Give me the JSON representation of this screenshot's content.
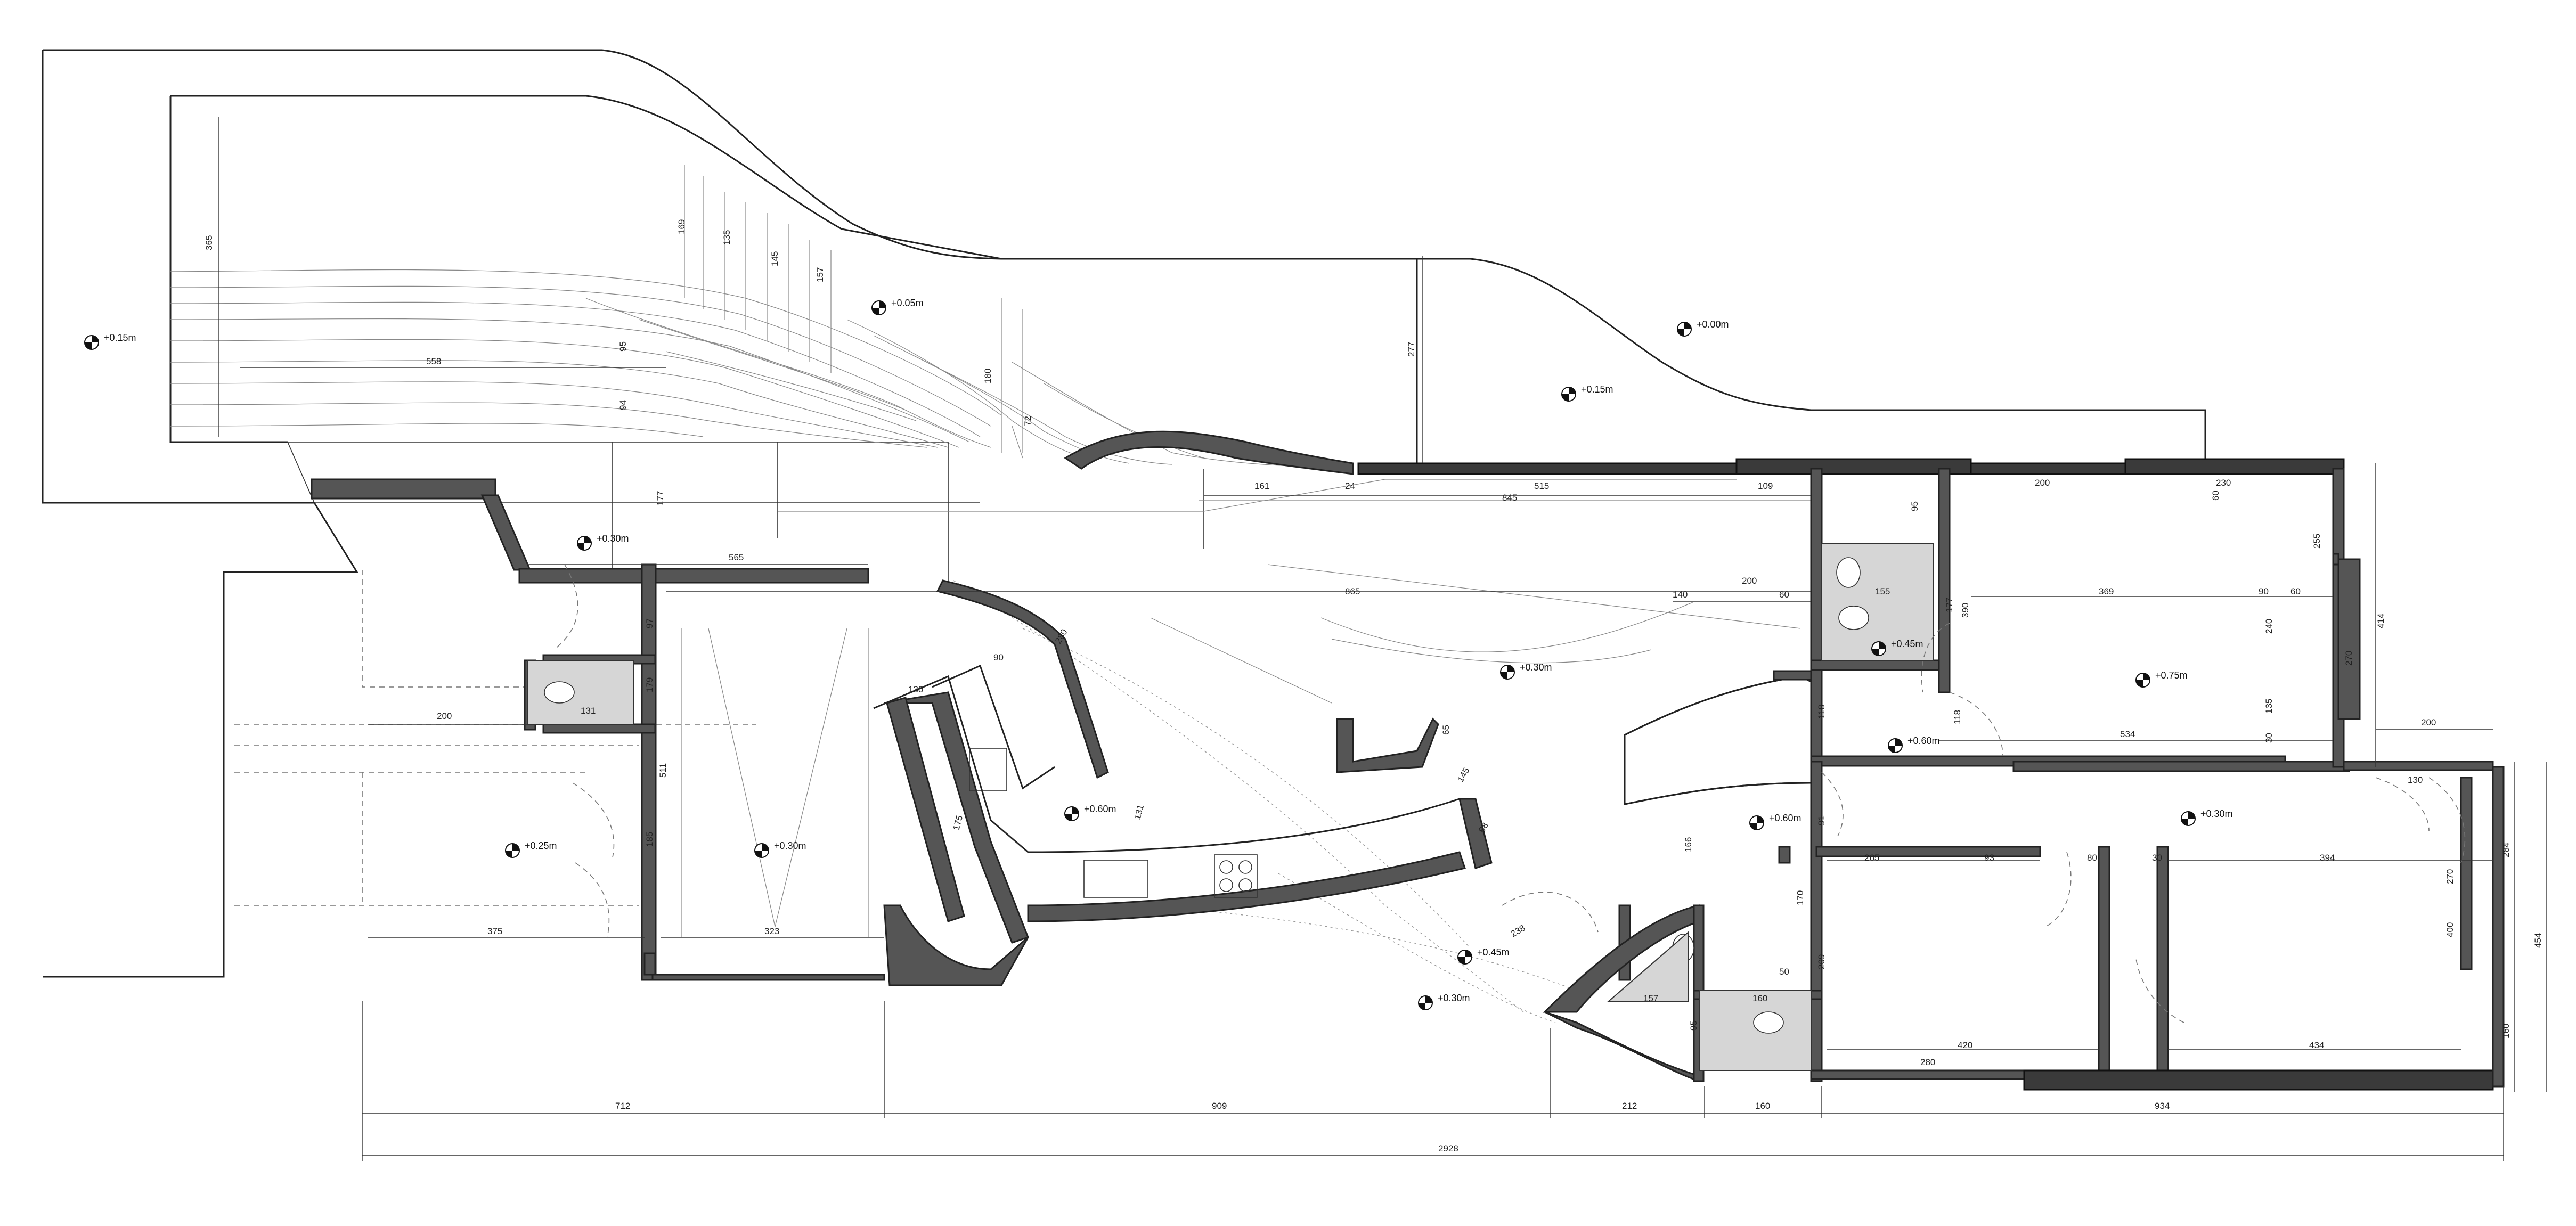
{
  "levels": [
    {
      "id": "l1",
      "label": "+0.15m"
    },
    {
      "id": "l2",
      "label": "+0.05m"
    },
    {
      "id": "l3",
      "label": "+0.00m"
    },
    {
      "id": "l4",
      "label": "+0.15m"
    },
    {
      "id": "l5",
      "label": "+0.30m"
    },
    {
      "id": "l6",
      "label": "+0.30m"
    },
    {
      "id": "l7",
      "label": "+0.45m"
    },
    {
      "id": "l8",
      "label": "+0.75m"
    },
    {
      "id": "l9",
      "label": "+0.60m"
    },
    {
      "id": "l10",
      "label": "+0.60m"
    },
    {
      "id": "l11",
      "label": "+0.60m"
    },
    {
      "id": "l12",
      "label": "+0.30m"
    },
    {
      "id": "l13",
      "label": "+0.25m"
    },
    {
      "id": "l14",
      "label": "+0.30m"
    },
    {
      "id": "l15",
      "label": "+0.45m"
    },
    {
      "id": "l16",
      "label": "+0.30m"
    }
  ],
  "dimensions": {
    "d_558": "558",
    "d_365": "365",
    "d_169": "169",
    "d_135": "135",
    "d_145": "145",
    "d_157": "157",
    "d_95a": "95",
    "d_94": "94",
    "d_180": "180",
    "d_72": "72",
    "d_277": "277",
    "d_565": "565",
    "d_177a": "177",
    "d_161": "161",
    "d_24": "24",
    "d_515": "515",
    "d_845": "845",
    "d_109": "109",
    "d_865": "865",
    "d_200a": "200",
    "d_140": "140",
    "d_60a": "60",
    "d_200b": "200",
    "d_230": "230",
    "d_95b": "95",
    "d_155": "155",
    "d_177b": "177",
    "d_390": "390",
    "d_369": "369",
    "d_90a": "90",
    "d_60b": "60",
    "d_255": "255",
    "d_240": "240",
    "d_60c": "60",
    "d_414": "414",
    "d_270": "270",
    "d_135b": "135",
    "d_30a": "30",
    "d_534": "534",
    "d_118a": "118",
    "d_118b": "118",
    "d_200c": "200",
    "d_130a": "130",
    "d_284": "284",
    "d_454": "454",
    "d_160a": "160",
    "d_97": "97",
    "d_200d": "200",
    "d_131": "131",
    "d_179": "179",
    "d_511": "511",
    "d_185": "185",
    "d_375": "375",
    "d_323": "323",
    "d_130b": "130",
    "d_90b": "90",
    "d_280a": "280",
    "d_131b": "131",
    "d_175": "175",
    "d_145b": "145",
    "d_88": "88",
    "d_65": "65",
    "d_238": "238",
    "d_91": "91",
    "d_166": "166",
    "d_265": "265",
    "d_93": "93",
    "d_80": "80",
    "d_30b": "30",
    "d_394": "394",
    "d_170": "170",
    "d_209": "209",
    "d_50": "50",
    "d_157b": "157",
    "d_160b": "160",
    "d_95c": "95",
    "d_420": "420",
    "d_280b": "280",
    "d_434": "434",
    "d_400": "400",
    "d_270b": "270",
    "d_712": "712",
    "d_909": "909",
    "d_212": "212",
    "d_160c": "160",
    "d_934": "934",
    "d_2928": "2928"
  }
}
